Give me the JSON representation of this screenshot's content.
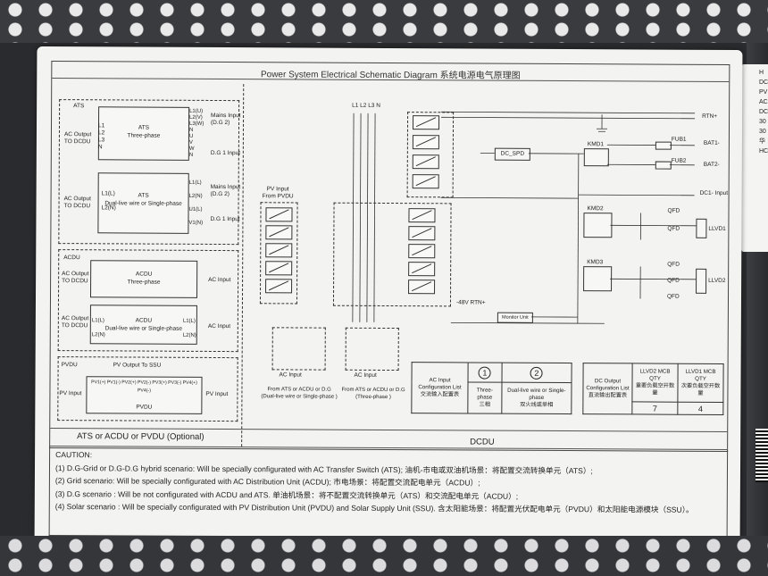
{
  "title": "Power System Electrical Schematic Diagram   系统电源电气原理图",
  "side_label": [
    "H",
    "DC",
    "PV",
    "AC",
    "DC",
    "30",
    "30",
    "华",
    "HC"
  ],
  "left": {
    "ats": {
      "tag": "ATS",
      "block1_title": "ATS",
      "block1_sub": "Three-phase",
      "block1_left": "AC Output\nTO DCDU",
      "block1_pins_left": "L1\nL2\nL3\nN",
      "block1_pins_right": "L1(U)\nL2(V)\nL3(W)\nN\nU\nV\nW\nN",
      "block1_mains": "Mains Input\n(D.G 2)",
      "block1_dg": "D.G 1 Input",
      "block2_title": "ATS",
      "block2_sub": "Dual-live wire  or Single-phase",
      "block2_left": "AC Output\nTO DCDU",
      "block2_pins_left": "L1(L)\nL2(N)",
      "block2_pins_right": "L1(L)\nL2(N)\nU1(L)\nV1(N)",
      "block2_mains": "Mains Input\n(D.G 2)",
      "block2_dg": "D.G 1 Input"
    },
    "acdu": {
      "tag": "ACDU",
      "block1_title": "ACDU",
      "block1_sub": "Three-phase",
      "block1_left": "AC Output\nTO DCDU",
      "block1_right": "AC Input",
      "block2_title": "ACDU",
      "block2_sub": "Dual-live wire  or Single-phase",
      "block2_left": "AC Output\nTO DCDU",
      "block2_pins_left": "L1(L)\nL2(N)",
      "block2_pins_right": "L1(L)\nL2(N)",
      "block2_right": "AC Input"
    },
    "pvdu": {
      "tag": "PVDU",
      "pv_output": "PV Output    To SSU",
      "pv_input_left": "PV Input",
      "pv_input_right": "PV Input",
      "center": "PVDU",
      "pins": "PV1(+) PV1(-)   PV2(+) PV2(-)   PV3(+) PV3(-)   PV4(+) PV4(-)"
    },
    "footer": "ATS or ACDU or PVDU (Optional)"
  },
  "dcdu": {
    "footer": "DCDU",
    "pv_input": "PV Input\nFrom PVDU",
    "ac_input_left": "AC Input",
    "ac_input_right": "AC Input",
    "from_left": "From ATS  or ACDU or D.G\n(Dual-live wire or Single-phase )",
    "from_right": "From ATS  or ACDU or D.G\n(Three-phase )",
    "phase_lines": "L1  L2  L3  N",
    "rtn": "RTN+",
    "bat1": "BAT1-",
    "bat2": "BAT2-",
    "dc1": "DC1- Input",
    "llvd1": "LLVD1",
    "llvd2": "LLVD2",
    "fub1": "FUB1",
    "fub2": "FUB2",
    "kmd1": "KMD1",
    "kmd2": "KMD2",
    "kmd3": "KMD3",
    "qfd": "QFD",
    "dc_spd": "DC_SPD",
    "v48": "-48V  RTN+",
    "monitor": "Monitor Unit",
    "ac_cfg": {
      "header": "AC Input\nConfiguration List\n交流输入配置表",
      "col1_num": "1",
      "col2_num": "2",
      "col1": "Three-phase\n三相",
      "col2": "Dual-live wire  or  Single-phase\n双火线或单相"
    },
    "dc_cfg": {
      "header": "DC Output\nConfiguration List\n直流输出配置表",
      "col1_head": "LLVD2 MCB QTY\n重要负载空开数量",
      "col2_head": "LLVD1 MCB QTY\n次要负载空开数量",
      "col1_val": "7",
      "col2_val": "4"
    }
  },
  "caution": {
    "title": "CAUTION:",
    "lines": [
      "(1) D.G-Grid or D.G-D.G hybrid scenario: Will be specially configurated with AC Transfer Switch (ATS);  油机-市电或双油机场景：将配置交流转换单元（ATS）;",
      "(2) Grid scenario: Will be specially configurated with AC Distribution Unit (ACDU);  市电场景：将配置交流配电单元（ACDU）;",
      "(3) D.G scenario : Will be not configurated with ACDU and ATS.   单油机场景：将不配置交流转换单元（ATS）和交流配电单元（ACDU）;",
      "(4) Solar scenario : Will be specially configurated with PV Distribution Unit (PVDU) and Solar Supply Unit (SSU).    含太阳能场景：将配置光伏配电单元（PVDU）和太阳能电源模块（SSU）。"
    ]
  }
}
